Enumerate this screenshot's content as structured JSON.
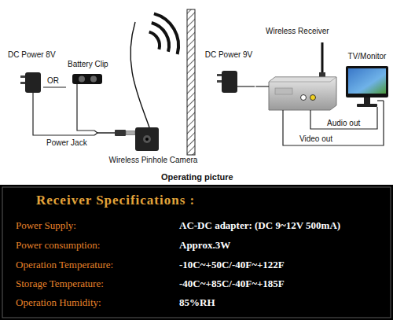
{
  "diagram": {
    "title": "Receiver Specifications :",
    "caption": "Operating picture",
    "nodes": [
      {
        "text": [
          "DC Power 8V"
        ]
      },
      {
        "text": [
          "Battery Clip"
        ]
      },
      {
        "text": [
          "Wireless Pinhole Camera"
        ]
      },
      {
        "text": [
          "DC Power 9V"
        ]
      },
      {
        "text": [
          "Wireless Receiver"
        ]
      },
      {
        "text": [
          "TV/Monitor"
        ]
      }
    ],
    "edges": [
      {
        "from": 0,
        "to": 2,
        "arrow": "none"
      },
      {
        "from": 1,
        "to": 2,
        "arrow": "none"
      },
      {
        "from": 3,
        "to": 4,
        "arrow": "none"
      },
      {
        "from": 4,
        "to": 5,
        "label": "Audio out",
        "arrow": "none"
      },
      {
        "from": 4,
        "to": 5,
        "label": "Video out",
        "arrow": "none"
      }
    ],
    "labels": [
      "OR",
      "Power Jack",
      "Power Supply:",
      "AC-DC adapter: (DC 9~12V 500mA)",
      "Power consumption:",
      "Approx.3W",
      "Operation Temperature:",
      "-10C~+50C/-40F~+122F",
      "Storage Temperature:",
      "-40C~+85C/-40F~+185F",
      "Operation Humidity:",
      "85%RH"
    ]
  }
}
